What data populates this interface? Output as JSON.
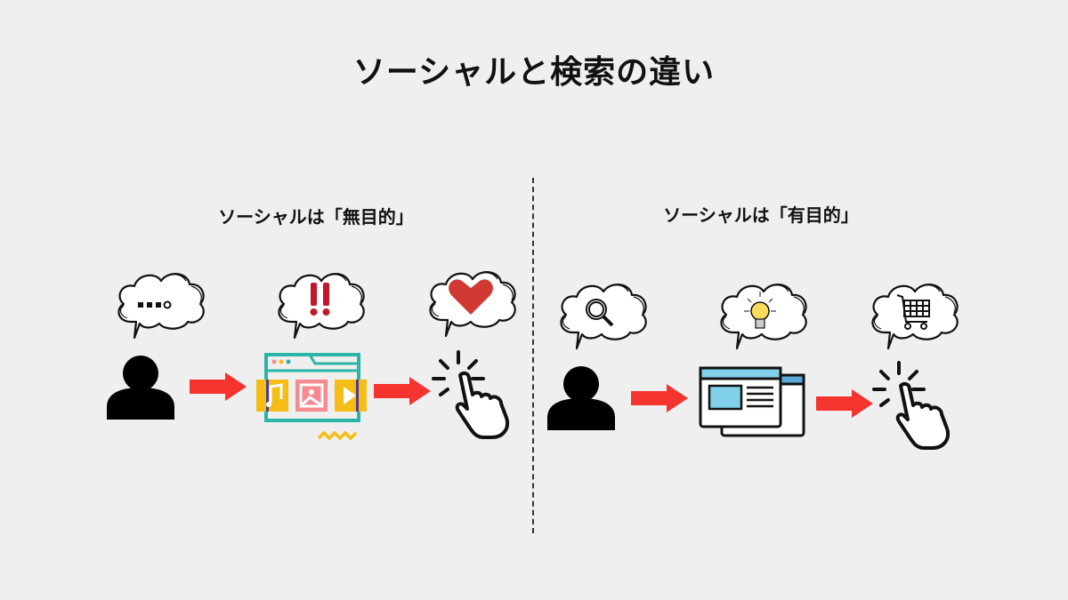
{
  "title": "ソーシャルと検索の違い",
  "left": {
    "heading": "ソーシャルは「無目的」",
    "steps": [
      {
        "icon": "person-icon",
        "thought": "ellipsis-thought-icon"
      },
      {
        "icon": "media-browser-icon",
        "thought": "exclamation-thought-icon"
      },
      {
        "icon": "click-hand-icon",
        "thought": "heart-thought-icon"
      }
    ]
  },
  "right": {
    "heading": "ソーシャルは「有目的」",
    "steps": [
      {
        "icon": "person-icon",
        "thought": "search-thought-icon"
      },
      {
        "icon": "web-page-icon",
        "thought": "lightbulb-thought-icon"
      },
      {
        "icon": "click-hand-icon",
        "thought": "cart-thought-icon"
      }
    ]
  },
  "colors": {
    "arrow": "#f5332f",
    "background": "#efefef",
    "teal": "#2bb5a8",
    "yellow": "#f6bd16",
    "pink": "#f58a8f",
    "blue": "#7fd0e8"
  }
}
